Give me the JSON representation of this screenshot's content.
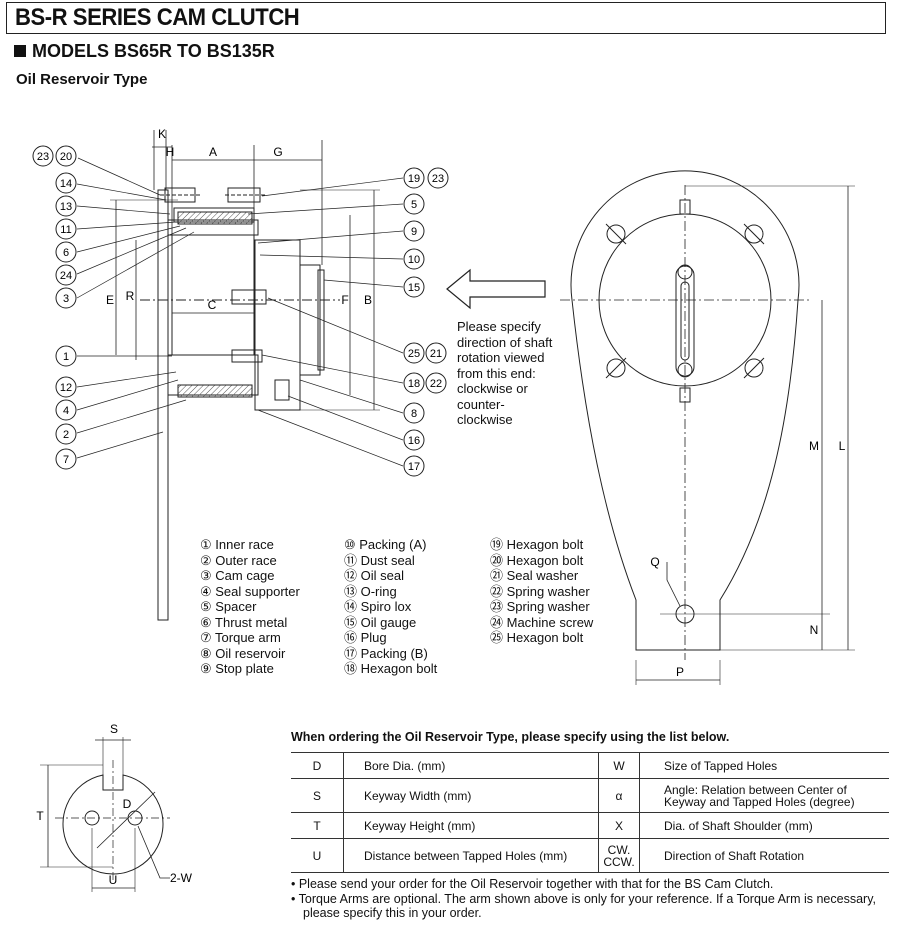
{
  "header": {
    "title": "BS-R SERIES CAM CLUTCH",
    "subtitle": "MODELS BS65R TO BS135R",
    "type_label": "Oil Reservoir Type"
  },
  "diagram": {
    "rotation_note": [
      "Please specify",
      "direction of shaft",
      "rotation viewed",
      "from this end:",
      "clockwise or",
      "counter-",
      "clockwise"
    ],
    "callouts_left": [
      "23",
      "20",
      "14",
      "13",
      "11",
      "6",
      "24",
      "3",
      "1",
      "12",
      "4",
      "2",
      "7"
    ],
    "callouts_right": [
      "19",
      "23",
      "5",
      "9",
      "10",
      "15",
      "25",
      "21",
      "18",
      "22",
      "8",
      "16",
      "17"
    ],
    "dimension_labels": {
      "K": "K",
      "H": "H",
      "A": "A",
      "G": "G",
      "E": "E",
      "R": "R",
      "C": "C",
      "F": "F",
      "B": "B",
      "M": "M",
      "L": "L",
      "N": "N",
      "Q": "Q",
      "P": "P",
      "S": "S",
      "D": "D",
      "T": "T",
      "U": "U",
      "two_w": "2-W"
    }
  },
  "parts_list": {
    "col1": [
      "① Inner race",
      "② Outer race",
      "③ Cam cage",
      "④ Seal supporter",
      "⑤ Spacer",
      "⑥ Thrust metal",
      "⑦ Torque arm",
      "⑧ Oil reservoir",
      "⑨ Stop plate"
    ],
    "col2": [
      "⑩ Packing (A)",
      "⑪ Dust seal",
      "⑫ Oil seal",
      "⑬ O-ring",
      "⑭ Spiro lox",
      "⑮ Oil gauge",
      "⑯ Plug",
      "⑰ Packing (B)",
      "⑱ Hexagon bolt"
    ],
    "col3": [
      "⑲ Hexagon bolt",
      "⑳ Hexagon bolt",
      "㉑ Seal washer",
      "㉒ Spring washer",
      "㉓ Spring washer",
      "㉔ Machine screw",
      "㉕ Hexagon bolt"
    ]
  },
  "order": {
    "title": "When ordering the Oil Reservoir Type, please specify using the list below.",
    "rows": [
      {
        "sym": "D",
        "desc": "Bore Dia. (mm)",
        "sym2": "W",
        "desc2": "Size of Tapped Holes"
      },
      {
        "sym": "S",
        "desc": "Keyway Width (mm)",
        "sym2": "α",
        "desc2": "Angle: Relation between Center of Keyway and Tapped Holes (degree)"
      },
      {
        "sym": "T",
        "desc": "Keyway Height (mm)",
        "sym2": "X",
        "desc2": "Dia. of Shaft Shoulder (mm)"
      },
      {
        "sym": "U",
        "desc": "Distance between Tapped Holes (mm)",
        "sym2": "CW. CCW.",
        "desc2": "Direction of Shaft Rotation"
      }
    ]
  },
  "notes": [
    "• Please send your order for the Oil Reservoir together with that for the BS Cam Clutch.",
    "• Torque Arms are optional. The arm shown above is only for your reference. If a Torque Arm is necessary, please specify this in your order."
  ]
}
